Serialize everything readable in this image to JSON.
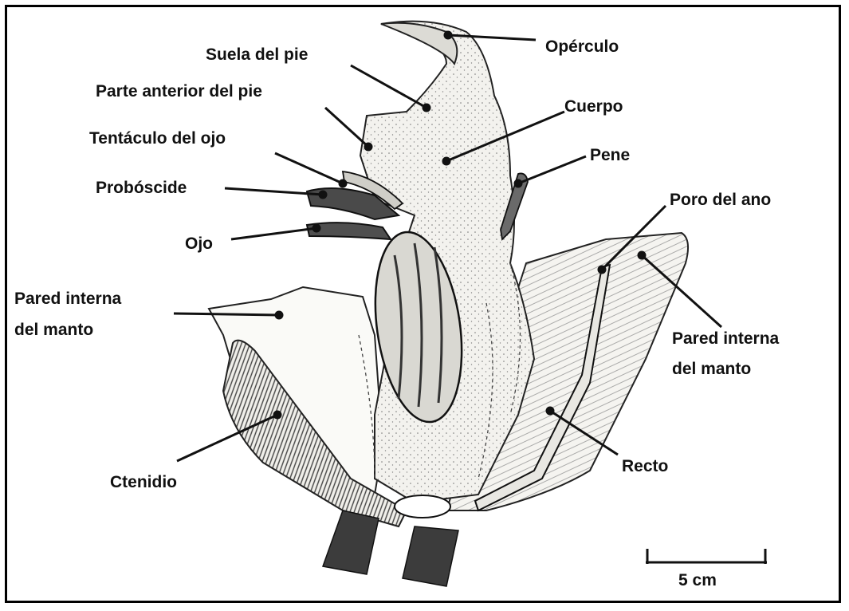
{
  "labels": {
    "operculo": "Opérculo",
    "suela_pie": "Suela del pie",
    "parte_anterior": "Parte anterior del pie",
    "cuerpo": "Cuerpo",
    "tentaculo": "Tentáculo del ojo",
    "pene": "Pene",
    "proboscide": "Probóscide",
    "poro_ano": "Poro del ano",
    "ojo": "Ojo",
    "pared_izq_1": "Pared interna",
    "pared_izq_2": "del manto",
    "pared_der_1": "Pared interna",
    "pared_der_2": "del manto",
    "ctenidio": "Ctenidio",
    "recto": "Recto"
  },
  "scale_bar": {
    "label": "5 cm"
  },
  "colors": {
    "ink": "#111111",
    "body_fill": "#ecebe6",
    "dark": "#3a3a3a"
  }
}
